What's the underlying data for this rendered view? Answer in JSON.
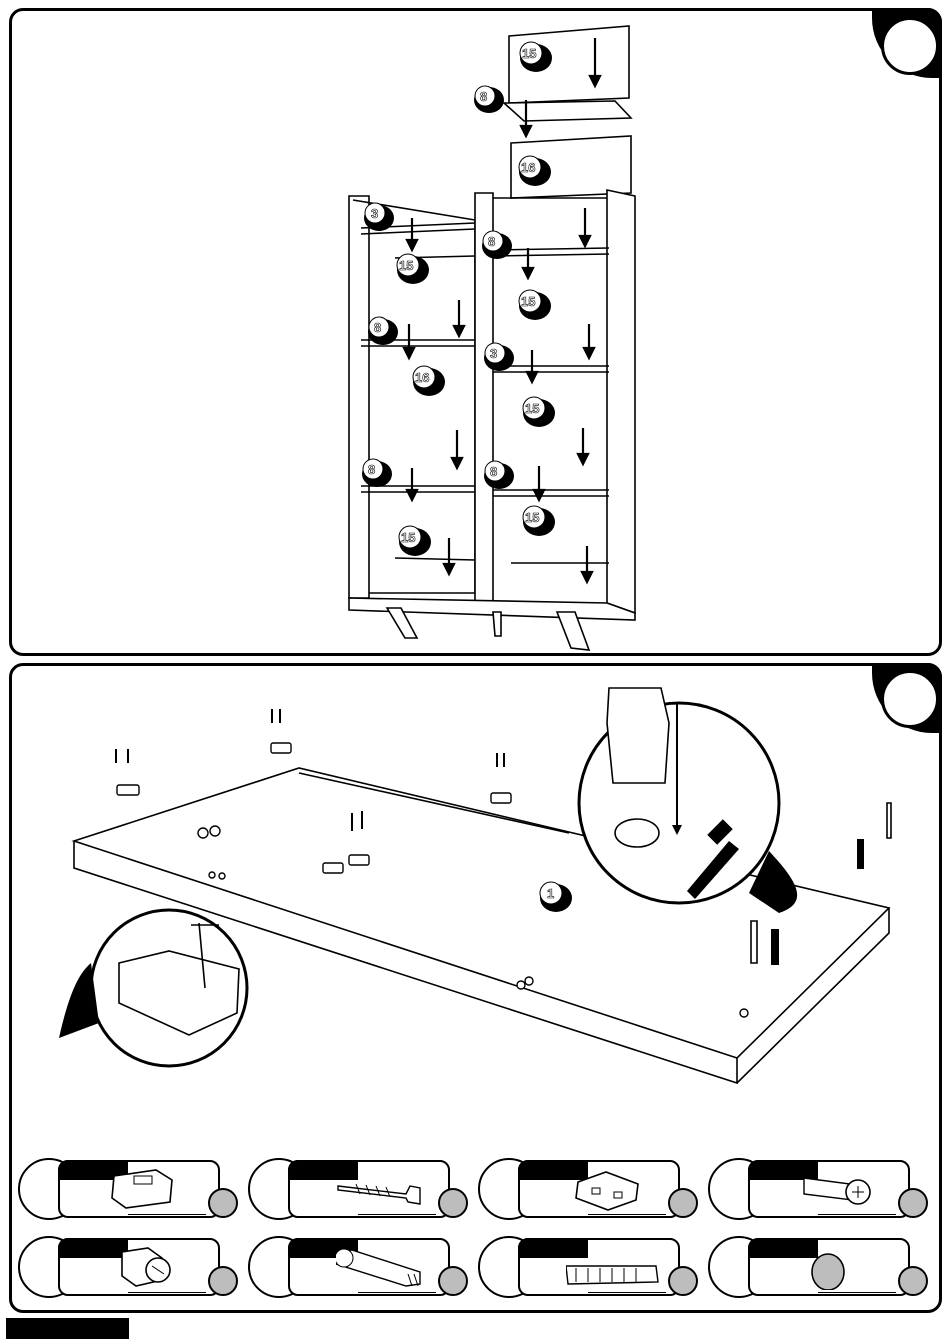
{
  "steps": {
    "top": {
      "part_labels": [
        "15",
        "8",
        "16",
        "3",
        "8",
        "15",
        "8",
        "15",
        "16",
        "3",
        "15",
        "8",
        "15",
        "8",
        "15"
      ]
    },
    "bottom": {
      "part_labels": [
        "1"
      ]
    }
  },
  "hardware": [
    {
      "name": "cam-connector-icon"
    },
    {
      "name": "screw-icon"
    },
    {
      "name": "shelf-bracket-icon"
    },
    {
      "name": "wall-anchor-icon"
    },
    {
      "name": "cam-lock-icon"
    },
    {
      "name": "connector-bolt-icon"
    },
    {
      "name": "wooden-dowel-icon"
    },
    {
      "name": "cover-cap-icon"
    }
  ],
  "colors": {
    "ink": "#000000",
    "qty_fill": "#bdbdbd"
  }
}
